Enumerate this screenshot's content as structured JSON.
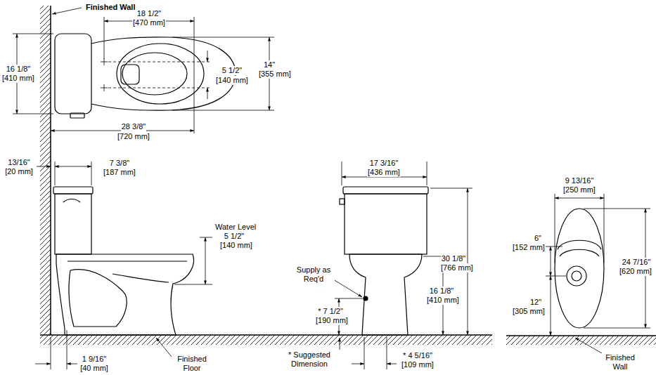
{
  "diagram": {
    "labels": [
      "Finished Wall",
      "18 1/2\"",
      "[470 mm]",
      "16 1/8\"",
      "[410 mm]",
      "5 1/2\"",
      "[140 mm]",
      "14\"",
      "[355 mm]",
      "28 3/8\"",
      "[720 mm]",
      "13/16\"",
      "[20 mm]",
      "7 3/8\"",
      "[187 mm]",
      "17 3/16\"",
      "[436 mm]",
      "9 13/16\"",
      "[250 mm]",
      "Water Level",
      "5 1/2\"",
      "[140 mm]",
      "6\"",
      "[152 mm]",
      "24 7/16\"",
      "[620 mm]",
      "Supply as Req'd",
      "30 1/8\"",
      "[766 mm]",
      "16 1/8\"",
      "[410 mm]",
      "* 7 1/2\"",
      "[190 mm]",
      "12\"",
      "[305 mm]",
      "1 9/16\"",
      "[40 mm]",
      "Finished Floor",
      "* Suggested Dimension",
      "* 4 5/16\"",
      "[109 mm]",
      "Finished Wall"
    ]
  }
}
